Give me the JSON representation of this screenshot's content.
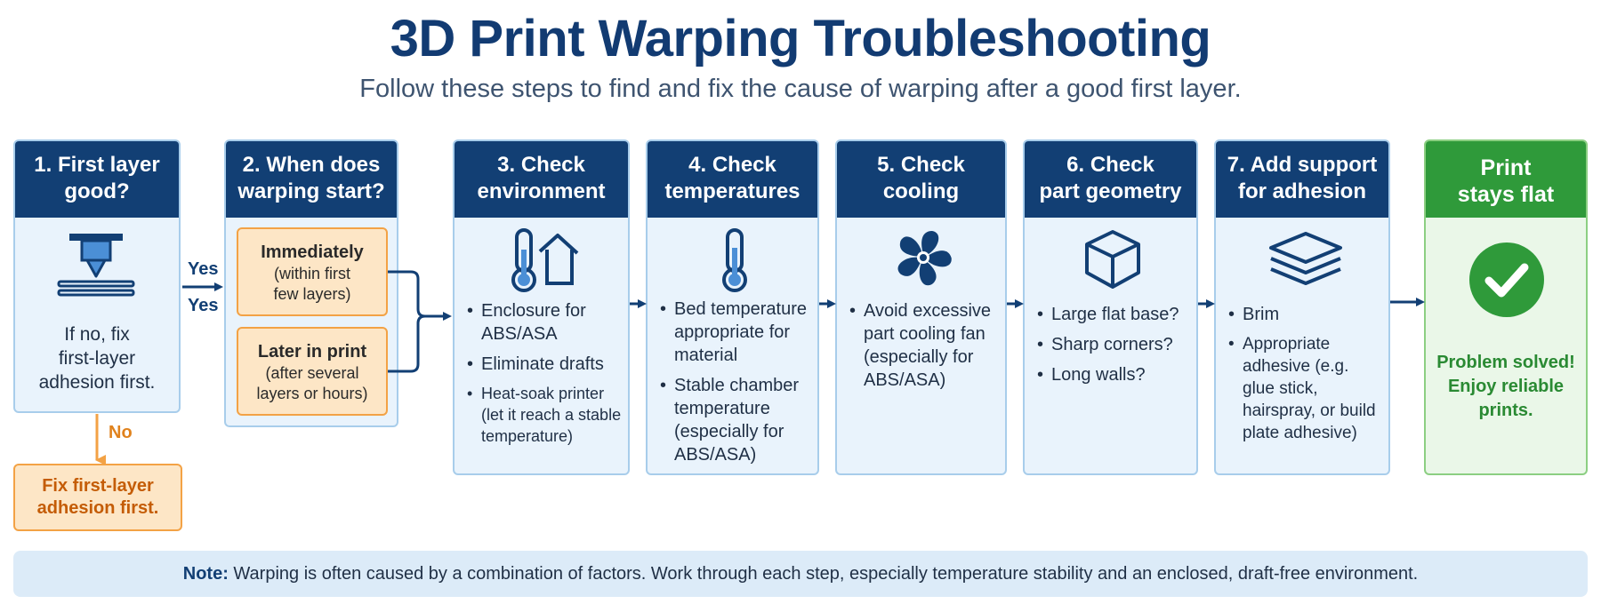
{
  "header": {
    "title": "3D Print Warping Troubleshooting",
    "subtitle": "Follow these steps to find and fix the cause of warping after a good first layer."
  },
  "step1": {
    "title": "1. First layer\ngood?",
    "icon": "nozzle-icon",
    "text": "If no, fix\nfirst-layer\nadhesion first."
  },
  "step2": {
    "title": "2. When does\nwarping start?",
    "option_a": {
      "bold": "Immediately",
      "detail": "(within first\nfew layers)"
    },
    "option_b": {
      "bold": "Later in print",
      "detail": "(after several\nlayers or hours)"
    }
  },
  "step3": {
    "title": "3. Check\nenvironment",
    "icon": "thermometer-house-icon",
    "bullets": [
      "Enclosure for ABS/ASA",
      "Eliminate drafts",
      "Heat-soak printer (let it reach a stable temperature)"
    ]
  },
  "step4": {
    "title": "4. Check\ntemperatures",
    "icon": "thermometer-icon",
    "bullets": [
      "Bed temperature appropriate for material",
      "Stable chamber temperature (especially for ABS/ASA)"
    ]
  },
  "step5": {
    "title": "5. Check\ncooling",
    "icon": "fan-icon",
    "bullets": [
      "Avoid excessive part cooling fan (especially for ABS/ASA)"
    ]
  },
  "step6": {
    "title": "6. Check\npart geometry",
    "icon": "cube-icon",
    "bullets": [
      "Large flat base?",
      "Sharp corners?",
      "Long walls?"
    ]
  },
  "step7": {
    "title": "7. Add support\nfor adhesion",
    "icon": "layers-icon",
    "bullets": [
      "Brim",
      "Appropriate adhesive (e.g. glue stick, hairspray, or build plate adhesive)"
    ]
  },
  "result": {
    "title": "Print\nstays flat",
    "icon": "check-circle-icon",
    "text": "Problem solved!\nEnjoy reliable\nprints."
  },
  "connectors": {
    "yes_a": "Yes",
    "yes_b": "Yes",
    "no": "No"
  },
  "no_branch": {
    "text": "Fix first-layer\nadhesion first."
  },
  "note": {
    "label": "Note:",
    "text": " Warping is often caused by a combination of factors. Work through each step, especially temperature stability and an enclosed, draft-free environment."
  },
  "colors": {
    "navy": "#123f74",
    "light_blue": "#e9f3fc",
    "orange": "#f3a245",
    "green": "#2f9a3a"
  }
}
